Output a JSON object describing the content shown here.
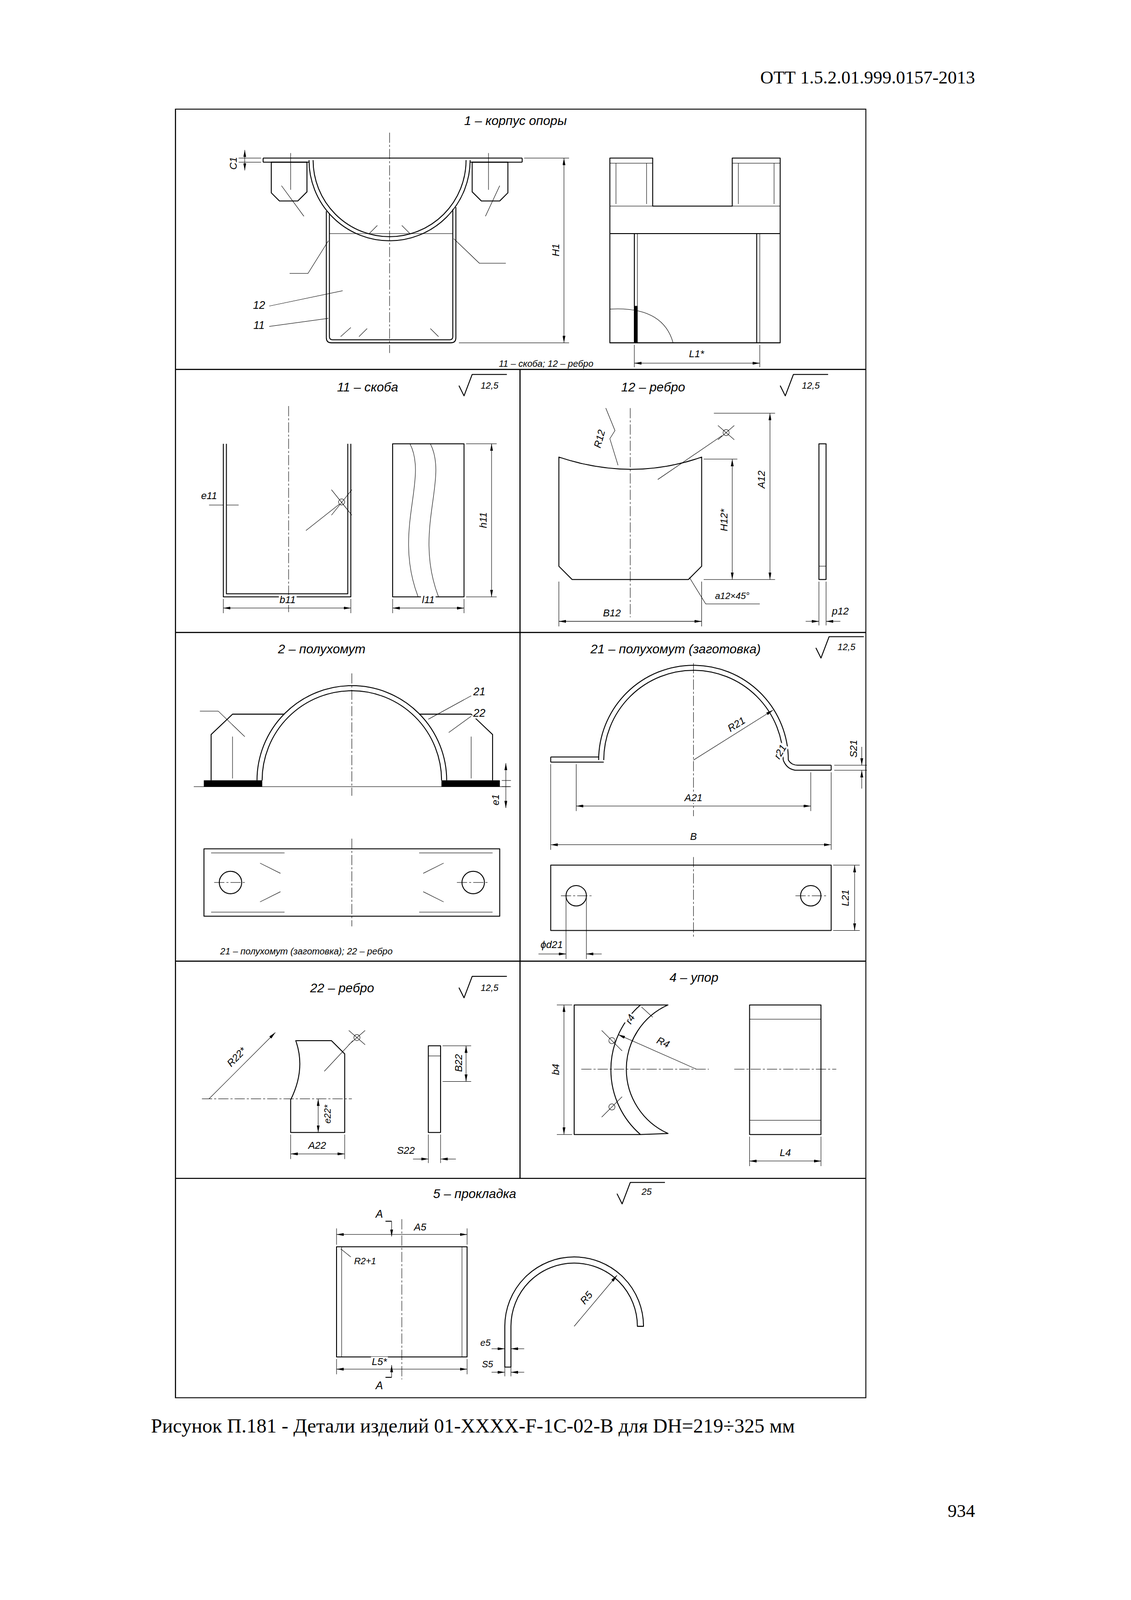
{
  "diagram": {
    "caption": "Рисунок П.181 - Детали изделий 01-XXXX-F-1C-02-B для DН=219÷325 мм",
    "nodes": [
      {
        "text": [
          "1 – корпус опоры",
          "11 – скоба; 12 – ребро"
        ]
      },
      {
        "text": [
          "11 – скоба"
        ]
      },
      {
        "text": [
          "12 – ребро"
        ]
      },
      {
        "text": [
          "2 – полухомут",
          "21 – полухомут (заготовка); 22 – ребро"
        ]
      },
      {
        "text": [
          "21 – полухомут (заготовка)"
        ]
      },
      {
        "text": [
          "22 – ребро"
        ]
      },
      {
        "text": [
          "4 – упор"
        ]
      },
      {
        "text": [
          "5 – прокладка"
        ]
      }
    ],
    "labels": [
      "ОТТ 1.5.2.01.999.0157-2013",
      "C1",
      "H1",
      "12",
      "11",
      "L1*",
      "12,5",
      "e11",
      "b11",
      "h11",
      "l11",
      "12,5",
      "R12",
      "A12",
      "H12*",
      "B12",
      "a12×45°",
      "p12",
      "21",
      "22",
      "e1",
      "12,5",
      "R21",
      "S21",
      "r21",
      "A21",
      "B",
      "L21",
      "ϕd21",
      "12,5",
      "R22*",
      "B22",
      "e22*",
      "A22",
      "S22",
      "R4",
      "r4",
      "b4",
      "L4",
      "25",
      "A",
      "A5",
      "R2+1",
      "L5*",
      "R5",
      "e5",
      "S5",
      "A",
      "934"
    ]
  }
}
